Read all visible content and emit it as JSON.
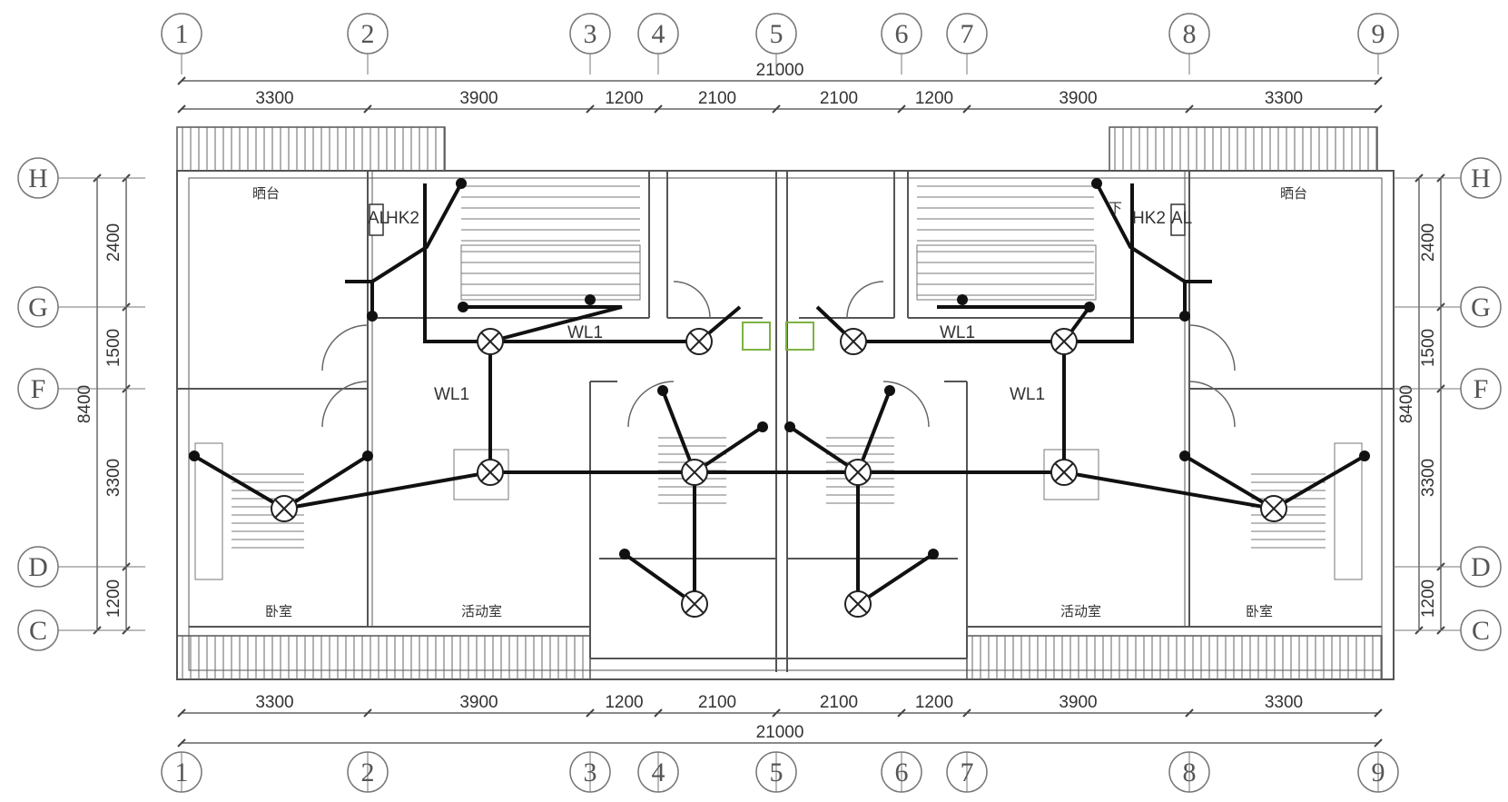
{
  "axes": {
    "columns": [
      "1",
      "2",
      "3",
      "4",
      "5",
      "6",
      "7",
      "8",
      "9"
    ],
    "rows": [
      "H",
      "G",
      "F",
      "D",
      "C"
    ]
  },
  "dimensions": {
    "overall": "21000",
    "bays": [
      "3300",
      "3900",
      "1200",
      "2100",
      "2100",
      "1200",
      "3900",
      "3300"
    ],
    "side_total": "8400",
    "side_segments": [
      "2400",
      "1500",
      "3300",
      "1200"
    ]
  },
  "rooms": {
    "balcony_left": "晒台",
    "balcony_right": "晒台",
    "bedroom_left": "卧室",
    "bedroom_right": "卧室",
    "activity_left": "活动室",
    "activity_right": "活动室"
  },
  "labels": {
    "distribution_box_left": "HK2",
    "distribution_box_right": "HK2",
    "box_mark": "AL",
    "circuit_main_left": "WL1",
    "circuit_main_right": "WL1",
    "circuit_branch_left": "WL1",
    "circuit_branch_right": "WL1",
    "down_mark": "下"
  },
  "colors": {
    "line": "#222222",
    "wall": "#555555",
    "wiring": "#111111",
    "accent_green": "#7cb342"
  }
}
